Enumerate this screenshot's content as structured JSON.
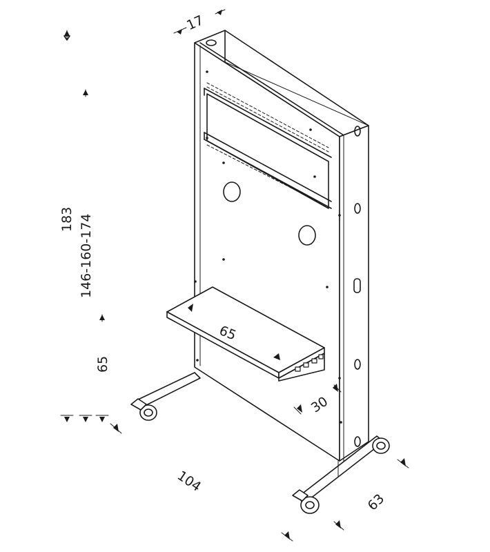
{
  "dimensions": {
    "depth_top": "17",
    "total_height": "183",
    "panel_height_options": "146-160-174",
    "shelf_height": "65",
    "shelf_width": "65",
    "shelf_depth": "30",
    "base_width": "104",
    "base_depth": "63"
  },
  "colors": {
    "line": "#1a1a1a",
    "background": "#ffffff"
  }
}
